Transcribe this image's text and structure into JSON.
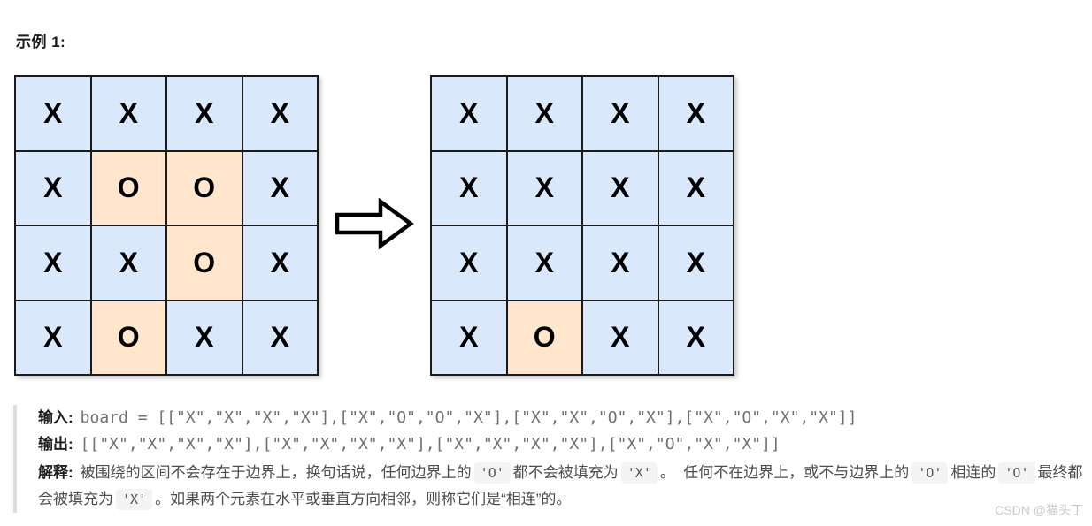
{
  "page": {
    "title": "示例 1:",
    "watermark": "CSDN @猫头丁"
  },
  "colors": {
    "x_cell_fill": "#dae8fc",
    "o_cell_fill": "#ffe6cc",
    "cell_border": "#1a1a1a"
  },
  "diagram": {
    "arrow_icon": "right-arrow",
    "input_board": [
      [
        "X",
        "X",
        "X",
        "X"
      ],
      [
        "X",
        "O",
        "O",
        "X"
      ],
      [
        "X",
        "X",
        "O",
        "X"
      ],
      [
        "X",
        "O",
        "X",
        "X"
      ]
    ],
    "output_board": [
      [
        "X",
        "X",
        "X",
        "X"
      ],
      [
        "X",
        "X",
        "X",
        "X"
      ],
      [
        "X",
        "X",
        "X",
        "X"
      ],
      [
        "X",
        "O",
        "X",
        "X"
      ]
    ]
  },
  "example": {
    "input_label": "输入:",
    "input_value": "board = [[\"X\",\"X\",\"X\",\"X\"],[\"X\",\"O\",\"O\",\"X\"],[\"X\",\"X\",\"O\",\"X\"],[\"X\",\"O\",\"X\",\"X\"]]",
    "output_label": "输出:",
    "output_value": "[[\"X\",\"X\",\"X\",\"X\"],[\"X\",\"X\",\"X\",\"X\"],[\"X\",\"X\",\"X\",\"X\"],[\"X\",\"O\",\"X\",\"X\"]]",
    "explain_label": "解释:",
    "explain_segments": [
      {
        "type": "text",
        "text": "被围绕的区间不会存在于边界上，换句话说，任何边界上的"
      },
      {
        "type": "code",
        "text": "'O'"
      },
      {
        "type": "text",
        "text": "都不会被填充为"
      },
      {
        "type": "code",
        "text": "'X'"
      },
      {
        "type": "text",
        "text": "。  任何不在边界上，或不与边界上的"
      },
      {
        "type": "code",
        "text": "'O'"
      },
      {
        "type": "text",
        "text": "相连的"
      },
      {
        "type": "code",
        "text": "'O'"
      },
      {
        "type": "text",
        "text": "最终都会被填充为"
      },
      {
        "type": "code",
        "text": "'X'"
      },
      {
        "type": "text",
        "text": "。如果两个元素在水平或垂直方向相邻，则称它们是“相连”的。"
      }
    ]
  }
}
